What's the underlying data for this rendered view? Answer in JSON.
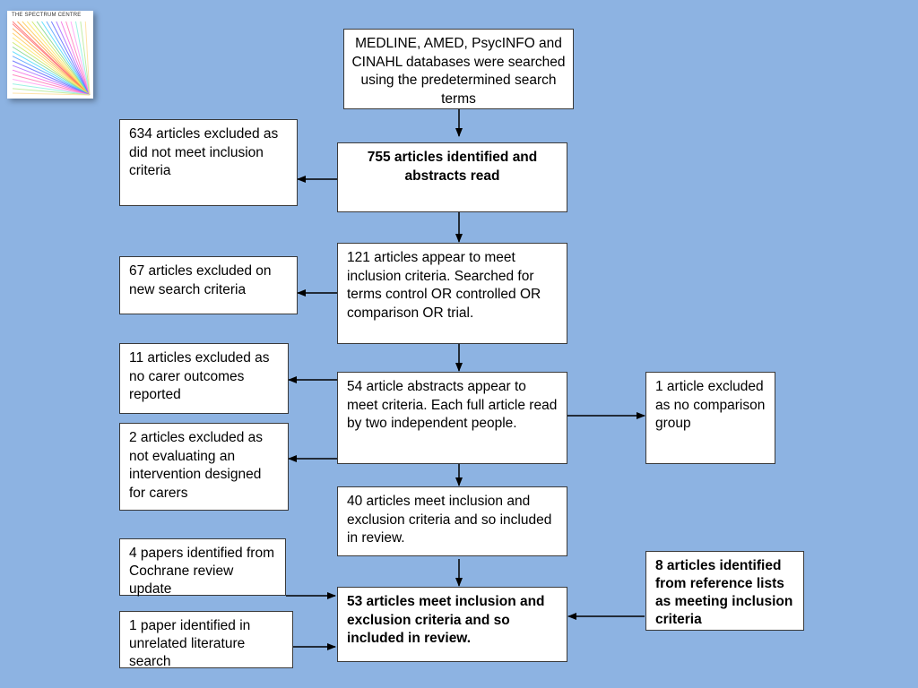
{
  "logo": {
    "text": "THE SPECTRUM CENTRE",
    "rays": [
      "#ff6b6b",
      "#ff9f43",
      "#feca57",
      "#ffe66d",
      "#c8e65a",
      "#7bd389",
      "#48dbfb",
      "#54a0ff",
      "#5f6bff",
      "#a66cff",
      "#f368e0",
      "#ff7ab8",
      "#ff9ff3",
      "#8cf0e0",
      "#b8e994",
      "#ffdd99"
    ]
  },
  "flow": {
    "search": "MEDLINE, AMED, PsycINFO and CINAHL databases were searched using the predetermined search terms",
    "identified": "755 articles identified and abstracts read",
    "meet121": "121 articles appear to meet inclusion criteria. Searched for terms control OR controlled OR comparison OR trial.",
    "abstracts54": "54 article abstracts appear to meet criteria. Each full article read by two independent people.",
    "meet40": "40 articles meet inclusion and exclusion criteria and so included in review.",
    "final53": "53 articles meet inclusion and exclusion criteria and so included in review."
  },
  "excluded": {
    "e634": "634 articles excluded as did not meet inclusion criteria",
    "e67": "67 articles excluded on new search criteria",
    "e11": "11 articles excluded as no carer outcomes reported",
    "e2": "2 articles excluded as not evaluating an intervention designed for carers",
    "e1": " 1 article excluded as no comparison group"
  },
  "added": {
    "cochrane": "4 papers identified from Cochrane review update",
    "unrelated": "1 paper identified in unrelated literature search",
    "reference": "8 articles identified from reference lists as meeting inclusion criteria"
  },
  "colors": {
    "background": "#8db3e2",
    "box_fill": "#ffffff",
    "box_border": "#3a3a3a",
    "arrow": "#000000"
  }
}
